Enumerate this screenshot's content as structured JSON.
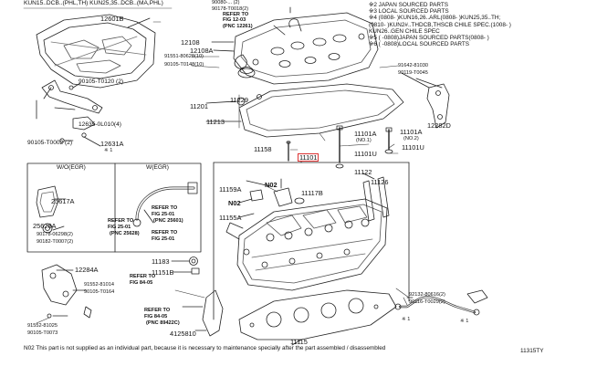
{
  "applicability": {
    "text": "KUN15..DCB..(PHL,TH)  KUN25,35..DCB..(MA,PHL)"
  },
  "legend": {
    "lines": [
      "※2 JAPAN SOURCED PARTS",
      "※3 LOCAL SOURCED PARTS",
      "※4 (0808-   )KUN16,26..ARL(0808-   )KUN25,35..TH;",
      "(0810-   )KUN2#..THDCB,THSCB CHILE SPEC.(1008-   )",
      "KUN26..GEN CHILE SPEC",
      "※5 (     -0808)JAPAN SOURCED PARTS(0808-     )",
      "※6 (     -0808)LOCAL SOURCED PARTS"
    ]
  },
  "variant_box": {
    "left_title": "W/O(EGR)",
    "right_title": "W(EGR)"
  },
  "labels": {
    "p12601B": "12601B",
    "p90105_T0120": "90105-T0120 (2)",
    "p12635": "12635-0L010(4)",
    "p90105_T0002": "90105-T0002 (2)",
    "p12631A": "12631A",
    "star1_a": "※ 1",
    "p90080_top": "90080-... (2)",
    "p90178_top": "90178-T0018(2)",
    "refer_fig12": "REFER TO",
    "refer_fig12b": "FIG 12-03",
    "refer_fig12c": "(PNC 12261)",
    "p12108": "12108",
    "p12108A": "12108A",
    "p91551_top": "91551-80628(10)",
    "p90105_T0148": "90105-T0148(10)",
    "p91642": "91642-81030",
    "p90119": "90119-T0045",
    "p11201": "11201",
    "p11229": "11229",
    "p11213": "11213",
    "p12282D": "12282D",
    "p11101A_1": "11101A",
    "p11101A_1n": "(NO.1)",
    "p11101A_2": "11101A",
    "p11101A_2n": "(NO.2)",
    "p11101U": "11101U",
    "p11101U_2": "11101U",
    "p11101": "11101",
    "p11158": "11158",
    "p11159A": "11159A",
    "pN02a": "N02",
    "pN02b": "N02",
    "p11117B": "11117B",
    "p11155A": "11155A",
    "p11122": "11122",
    "p11126": "11126",
    "p25617A": "25617A",
    "p25628A": "25628A",
    "p90178_bot": "90178-06298(2)",
    "p90182": "90182-T0007(2)",
    "refer_fig25a": "REFER TO",
    "refer_fig25b": "FIG 25-01",
    "refer_fig25c": "(PNC 25601)",
    "refer_fig25d": "REFER TO",
    "refer_fig25e": "FIG 25-01",
    "refer_fig25f": "(PNC 25628)",
    "refer_fig25g": "REFER TO",
    "refer_fig25h": "FIG 25-01",
    "p11183": "11183",
    "p11151B": "11151B",
    "refer_fig84a": "REFER TO",
    "refer_fig84b": "FIG 84-05",
    "refer_fig84c": "REFER TO",
    "refer_fig84d": "FIG 84-05",
    "refer_fig84e": "(PNC 89422C)",
    "p12284A": "12284A",
    "p91552_mid": "91552-81014",
    "p90105_T0164": "90105-T0164",
    "p91552_bot": "91552-81025",
    "p90105_T0073": "90105-T0073",
    "p4125810": "4125810",
    "p11115": "11115",
    "p92132": "92132-80616(2)",
    "p90116": "90116-T0029(2)",
    "star1_b": "※ 1",
    "star1_c": "※ 1"
  },
  "footer": {
    "note": "N02 This part is not supplied as an individual part, because it is necessary to maintenance specially after the part assembled / disassembled",
    "code": "11315TY"
  }
}
